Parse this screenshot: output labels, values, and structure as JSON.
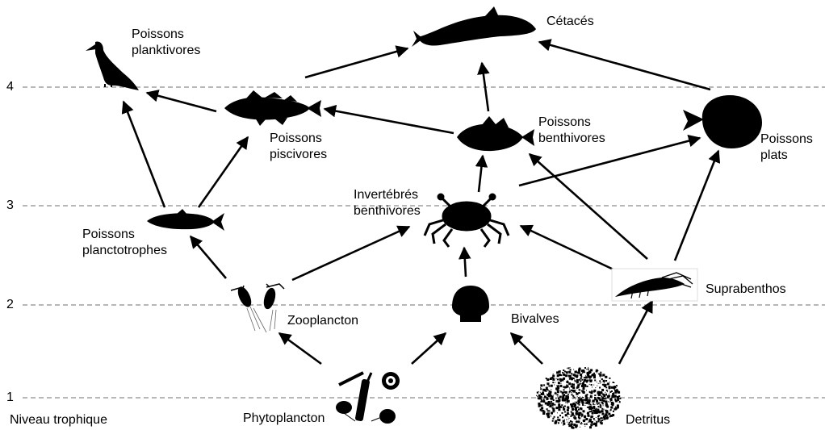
{
  "axis": {
    "title": "Niveau trophique",
    "levels": [
      "1",
      "2",
      "3",
      "4"
    ]
  },
  "nodes": {
    "cetaces": "Cétacés",
    "poissons_planktivores": "Poissons\nplanktivores",
    "poissons_piscivores": "Poissons\npiscivores",
    "poissons_benthivores": "Poissons\nbenthivores",
    "poissons_plats": "Poissons\nplats",
    "invertebres_benthivores": "Invertébrés\nbenthivores",
    "poissons_planctotrophes": "Poissons\nplanctotrophes",
    "zooplancton": "Zooplancton",
    "bivalves": "Bivalves",
    "suprabenthos": "Suprabenthos",
    "phytoplancton": "Phytoplancton",
    "detritus": "Detritus"
  },
  "links": [
    {
      "from": "phytoplancton",
      "to": "zooplancton"
    },
    {
      "from": "phytoplancton",
      "to": "bivalves"
    },
    {
      "from": "detritus",
      "to": "bivalves"
    },
    {
      "from": "detritus",
      "to": "suprabenthos"
    },
    {
      "from": "zooplancton",
      "to": "poissons_planctotrophes"
    },
    {
      "from": "zooplancton",
      "to": "invertebres_benthivores"
    },
    {
      "from": "bivalves",
      "to": "invertebres_benthivores"
    },
    {
      "from": "suprabenthos",
      "to": "invertebres_benthivores"
    },
    {
      "from": "suprabenthos",
      "to": "poissons_benthivores"
    },
    {
      "from": "suprabenthos",
      "to": "poissons_plats"
    },
    {
      "from": "poissons_planctotrophes",
      "to": "poissons_planktivores"
    },
    {
      "from": "poissons_planctotrophes",
      "to": "poissons_piscivores"
    },
    {
      "from": "invertebres_benthivores",
      "to": "poissons_benthivores"
    },
    {
      "from": "invertebres_benthivores",
      "to": "poissons_plats"
    },
    {
      "from": "poissons_benthivores",
      "to": "poissons_piscivores"
    },
    {
      "from": "poissons_benthivores",
      "to": "cetaces"
    },
    {
      "from": "poissons_piscivores",
      "to": "poissons_planktivores"
    },
    {
      "from": "poissons_piscivores",
      "to": "cetaces"
    },
    {
      "from": "poissons_plats",
      "to": "cetaces"
    }
  ],
  "colors": {
    "silhouette": "#000000",
    "gridline": "#8c8c8c"
  }
}
